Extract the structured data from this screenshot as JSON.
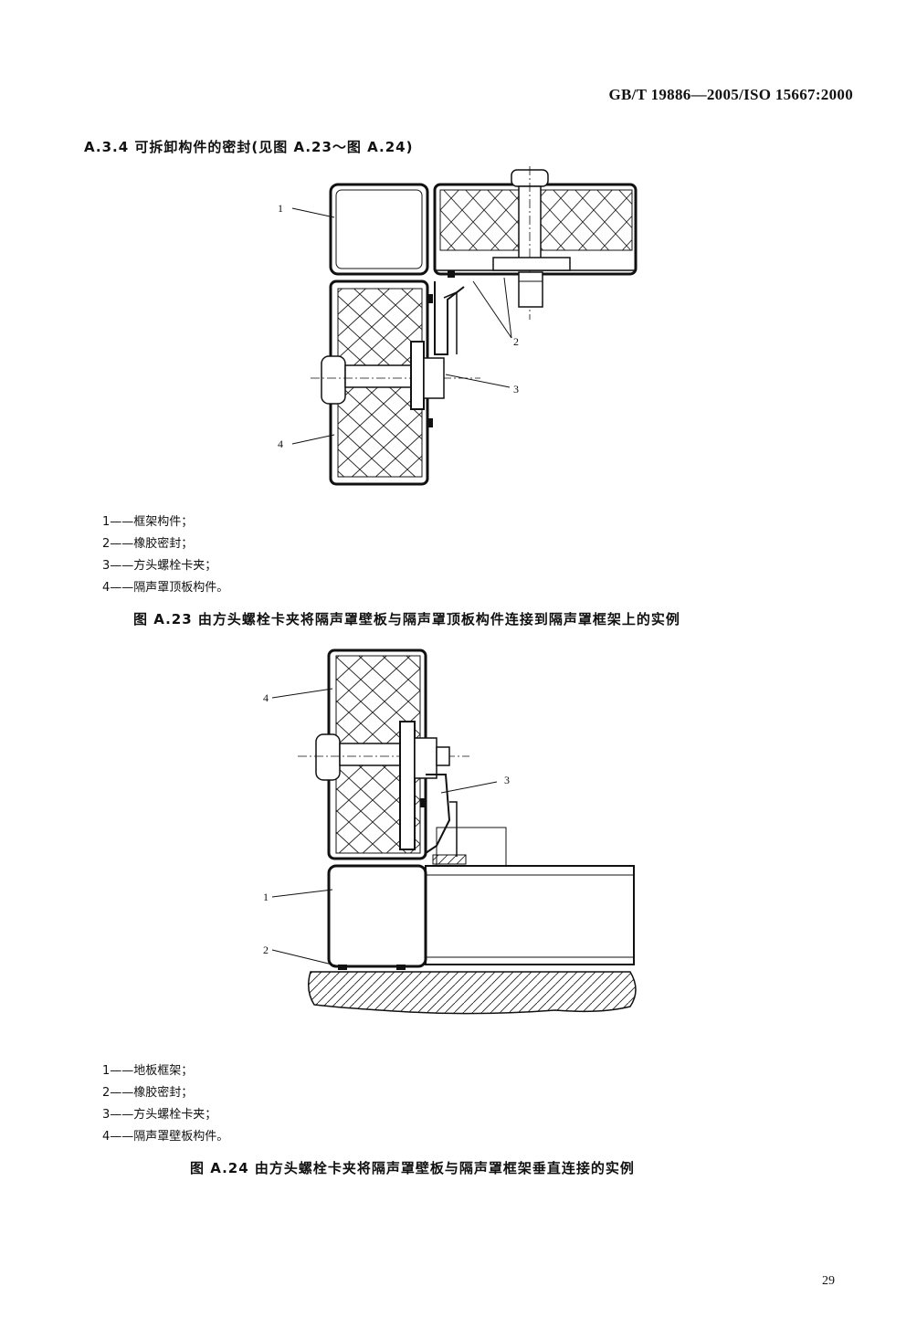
{
  "header": {
    "standard": "GB/T 19886—2005/ISO 15667:2000"
  },
  "section": {
    "title": "A.3.4  可拆卸构件的密封(见图 A.23～图 A.24)"
  },
  "figure_a23": {
    "callouts": [
      "1",
      "2",
      "3",
      "4"
    ],
    "legend": [
      "1——框架构件；",
      "2——橡胶密封；",
      "3——方头螺栓卡夹；",
      "4——隔声罩顶板构件。"
    ],
    "caption": "图 A.23   由方头螺栓卡夹将隔声罩壁板与隔声罩顶板构件连接到隔声罩框架上的实例"
  },
  "figure_a24": {
    "callouts": [
      "4",
      "3",
      "1",
      "2"
    ],
    "legend": [
      "1——地板框架；",
      "2——橡胶密封；",
      "3——方头螺栓卡夹；",
      "4——隔声罩壁板构件。"
    ],
    "caption": "图 A.24   由方头螺栓卡夹将隔声罩壁板与隔声罩框架垂直连接的实例"
  },
  "page_number": "29"
}
